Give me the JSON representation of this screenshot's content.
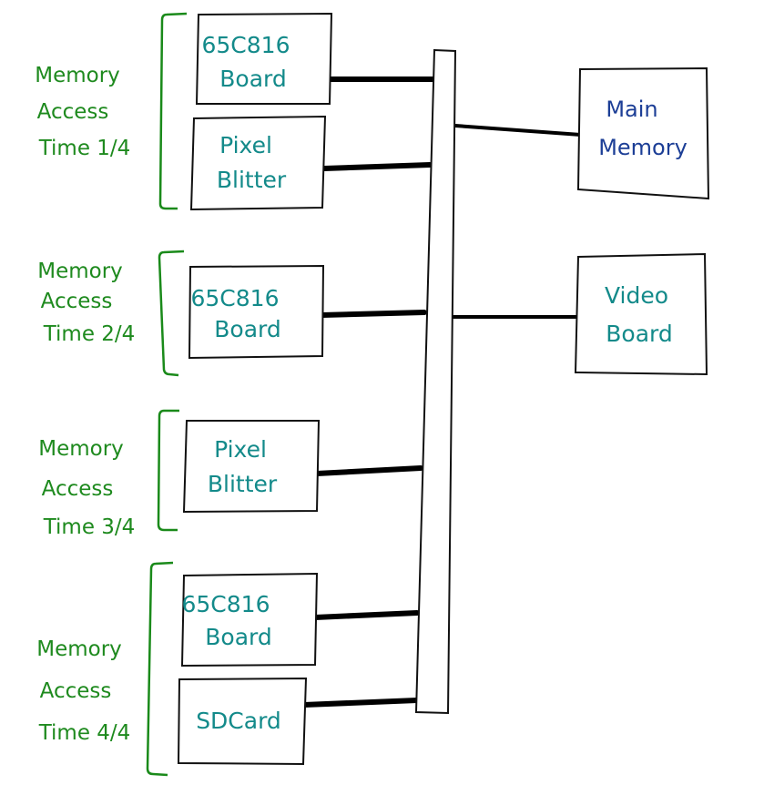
{
  "colors": {
    "component_text": "#138a8a",
    "memory_text": "#1c3e96",
    "bracket_text": "#1e8a1e",
    "lines": "#000000"
  },
  "groups": [
    {
      "label": [
        "Memory",
        "Access",
        "Time 1/4"
      ]
    },
    {
      "label": [
        "Memory",
        "Access",
        "Time 2/4"
      ]
    },
    {
      "label": [
        "Memory",
        "Access",
        "Time 3/4"
      ]
    },
    {
      "label": [
        "Memory",
        "Access",
        "Time 4/4"
      ]
    }
  ],
  "components": [
    {
      "lines": [
        "65C816",
        "Board"
      ]
    },
    {
      "lines": [
        "Pixel",
        "Blitter"
      ]
    },
    {
      "lines": [
        "65C816",
        "Board"
      ]
    },
    {
      "lines": [
        "Pixel",
        "Blitter"
      ]
    },
    {
      "lines": [
        "65C816",
        "Board"
      ]
    },
    {
      "lines": [
        "SDCard"
      ]
    }
  ],
  "main_memory": {
    "lines": [
      "Main",
      "Memory"
    ]
  },
  "video_board": {
    "lines": [
      "Video",
      "Board"
    ]
  }
}
